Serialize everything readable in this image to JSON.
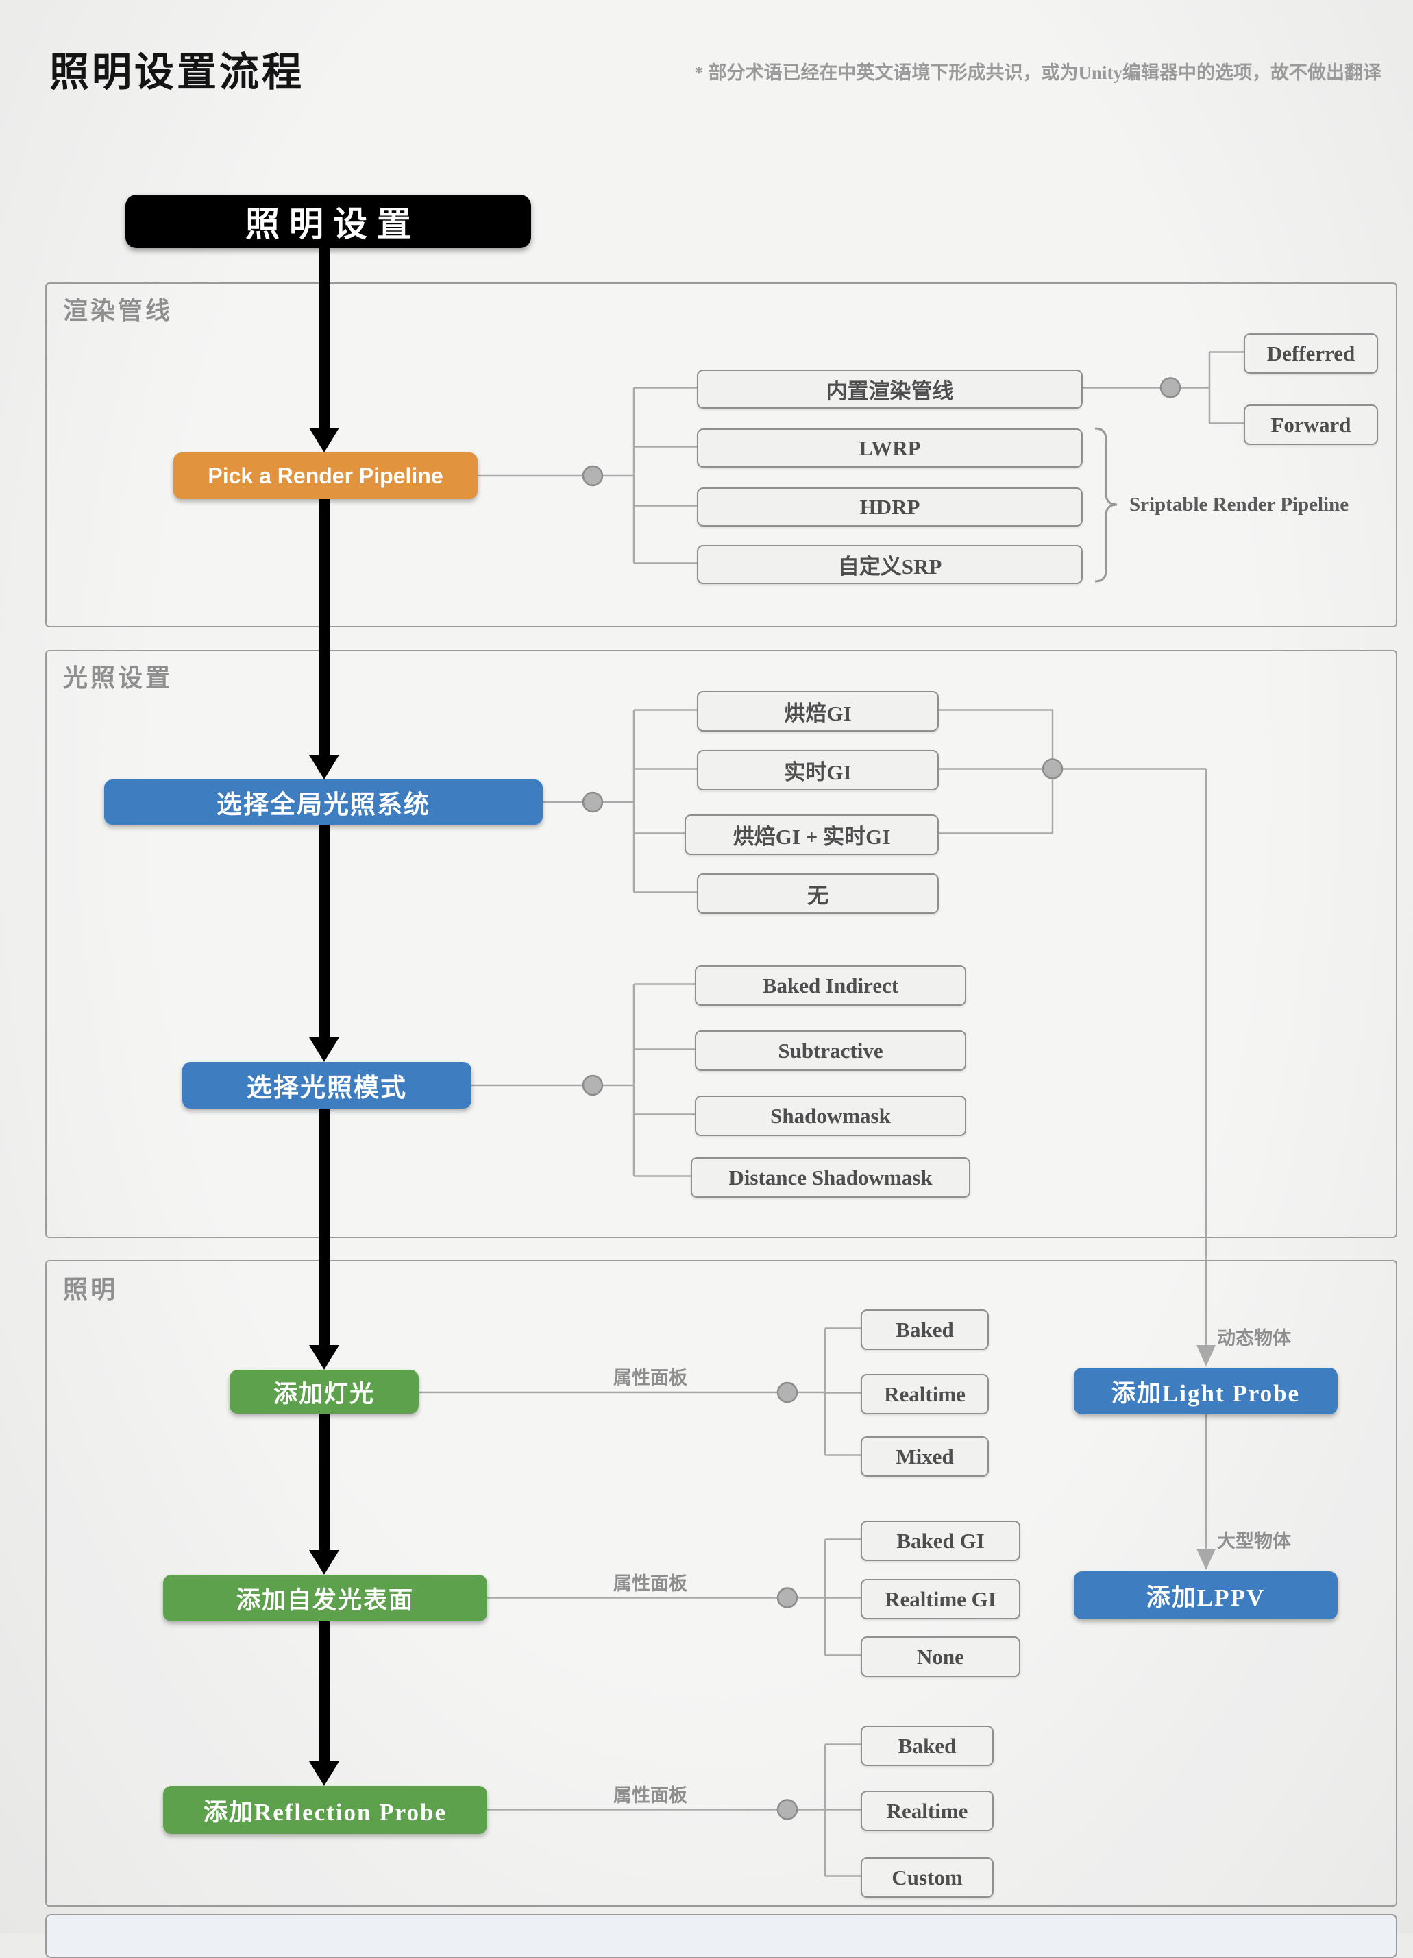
{
  "header": {
    "title": "照明设置流程",
    "note": "* 部分术语已经在中英文语境下形成共识，或为Unity编辑器中的选项，故不做出翻译"
  },
  "root": {
    "label": "照明设置"
  },
  "sections": {
    "render_pipeline": {
      "label": "渲染管线",
      "action": "Pick a Render Pipeline",
      "options": [
        "内置渲染管线",
        "LWRP",
        "HDRP",
        "自定义SRP"
      ],
      "builtin_modes": [
        "Defferred",
        "Forward"
      ],
      "srp_group": "Sriptable Render Pipeline"
    },
    "lighting_settings": {
      "label": "光照设置",
      "gi_action": "选择全局光照系统",
      "gi_options": [
        "烘焙GI",
        "实时GI",
        "烘焙GI + 实时GI",
        "无"
      ],
      "mode_action": "选择光照模式",
      "mode_options": [
        "Baked Indirect",
        "Subtractive",
        "Shadowmask",
        "Distance Shadowmask"
      ]
    },
    "lighting": {
      "label": "照明",
      "panel_label": "属性面板",
      "lights_action": "添加灯光",
      "light_options": [
        "Baked",
        "Realtime",
        "Mixed"
      ],
      "emissive_action": "添加自发光表面",
      "emissive_options": [
        "Baked GI",
        "Realtime GI",
        "None"
      ],
      "reflection_action": "添加Reflection Probe",
      "reflection_options": [
        "Baked",
        "Realtime",
        "Custom"
      ],
      "light_probe": {
        "label": "添加Light Probe",
        "edge": "动态物体"
      },
      "lppv": {
        "label": "添加LPPV",
        "edge": "大型物体"
      }
    }
  },
  "colors": {
    "accent_orange": "#e2933d",
    "accent_blue": "#3e7ec0",
    "accent_green": "#5da14d",
    "root_black": "#000000",
    "line_gray": "#a9a9a9"
  }
}
